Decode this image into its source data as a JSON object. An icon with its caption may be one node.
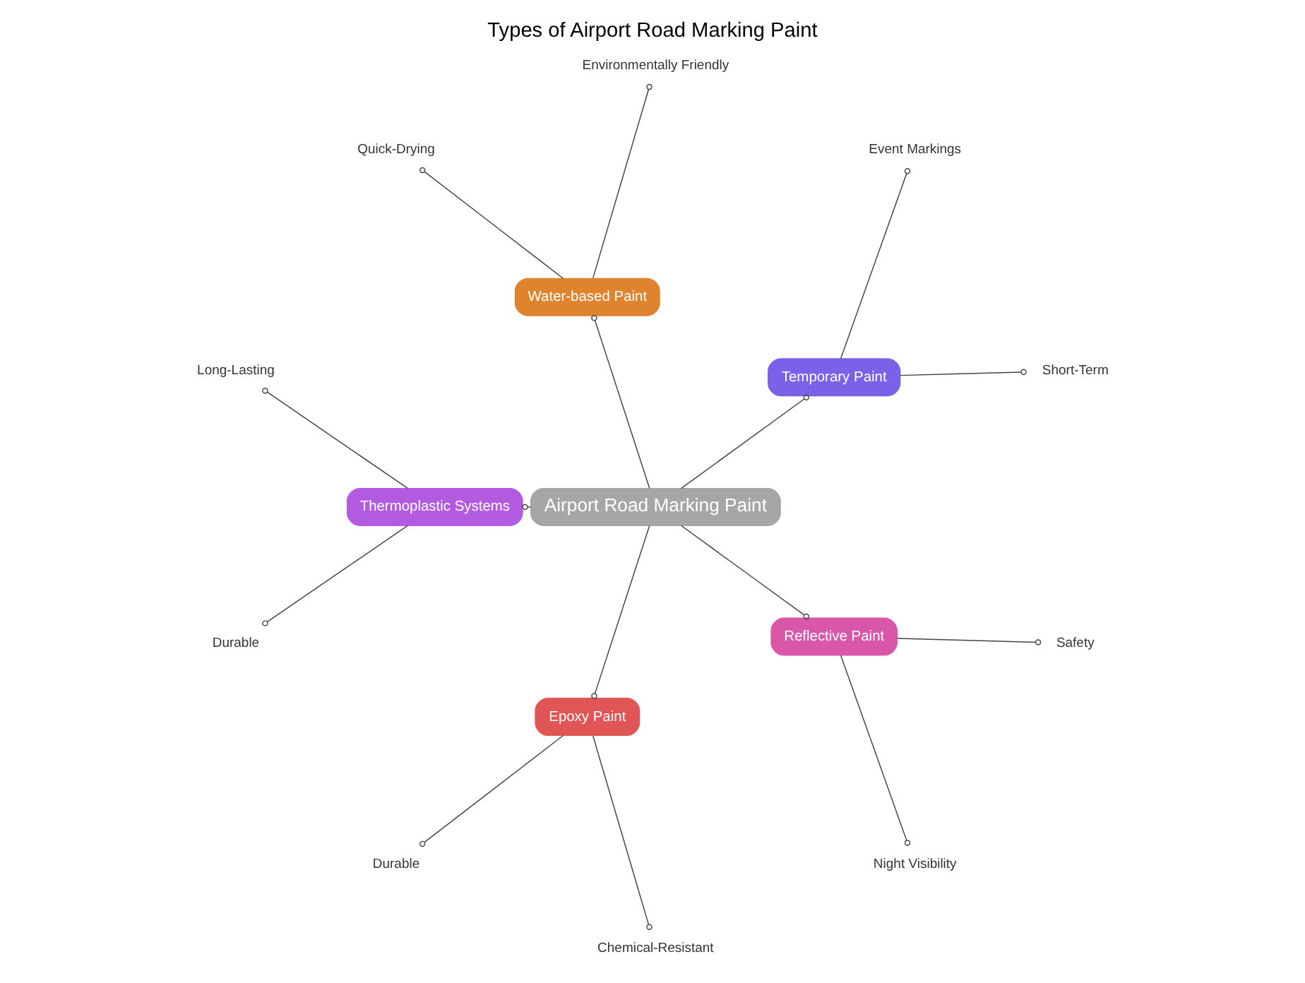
{
  "diagram": {
    "title": "Types of Airport Road Marking Paint",
    "nodes": [
      {
        "text": [
          "Airport Road Marking Paint"
        ]
      },
      {
        "text": [
          "Temporary Paint"
        ]
      },
      {
        "text": [
          "Short-Term"
        ]
      },
      {
        "text": [
          "Event Markings"
        ]
      },
      {
        "text": [
          "Water-based Paint"
        ]
      },
      {
        "text": [
          "Environmentally Friendly"
        ]
      },
      {
        "text": [
          "Quick-Drying"
        ]
      },
      {
        "text": [
          "Thermoplastic Systems"
        ]
      },
      {
        "text": [
          "Long-Lasting"
        ]
      },
      {
        "text": [
          "Durable"
        ]
      },
      {
        "text": [
          "Epoxy Paint"
        ]
      },
      {
        "text": [
          "Durable"
        ]
      },
      {
        "text": [
          "Chemical-Resistant"
        ]
      },
      {
        "text": [
          "Reflective Paint"
        ]
      },
      {
        "text": [
          "Night Visibility"
        ]
      },
      {
        "text": [
          "Safety"
        ]
      }
    ],
    "edges": [
      {
        "from": 0,
        "to": 1,
        "arrow": "other"
      },
      {
        "from": 1,
        "to": 2,
        "arrow": "other"
      },
      {
        "from": 1,
        "to": 3,
        "arrow": "other"
      },
      {
        "from": 0,
        "to": 4,
        "arrow": "other"
      },
      {
        "from": 4,
        "to": 5,
        "arrow": "other"
      },
      {
        "from": 4,
        "to": 6,
        "arrow": "other"
      },
      {
        "from": 0,
        "to": 7,
        "arrow": "other"
      },
      {
        "from": 7,
        "to": 8,
        "arrow": "other"
      },
      {
        "from": 7,
        "to": 9,
        "arrow": "other"
      },
      {
        "from": 0,
        "to": 10,
        "arrow": "other"
      },
      {
        "from": 10,
        "to": 11,
        "arrow": "other"
      },
      {
        "from": 10,
        "to": 12,
        "arrow": "other"
      },
      {
        "from": 0,
        "to": 13,
        "arrow": "other"
      },
      {
        "from": 13,
        "to": 14,
        "arrow": "other"
      },
      {
        "from": 13,
        "to": 15,
        "arrow": "other"
      }
    ]
  }
}
